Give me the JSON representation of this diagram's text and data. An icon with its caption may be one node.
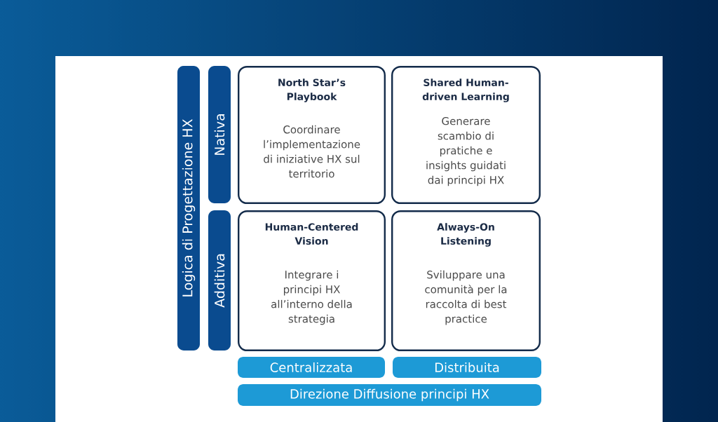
{
  "diagram": {
    "nodes": [
      {
        "text": [
          "Logica di Progettazione HX"
        ]
      },
      {
        "text": [
          "Nativa"
        ]
      },
      {
        "text": [
          "North Star’s Playbook",
          "Coordinare l’implementazione di iniziative HX sul territorio"
        ]
      },
      {
        "text": [
          "Shared Human-driven Learning",
          "Generare scambio di pratiche e insights guidati dai principi HX"
        ]
      },
      {
        "text": [
          "Additiva"
        ]
      },
      {
        "text": [
          "Human-Centered Vision",
          "Integrare i principi HX all’interno della strategia"
        ]
      },
      {
        "text": [
          "Always-On Listening",
          "Sviluppare una comunità per la raccolta di best practice"
        ]
      },
      {
        "text": [
          "Centralizzata"
        ]
      },
      {
        "text": [
          "Distribuita"
        ]
      },
      {
        "text": [
          "Direzione Diffusione principi HX"
        ]
      }
    ]
  }
}
